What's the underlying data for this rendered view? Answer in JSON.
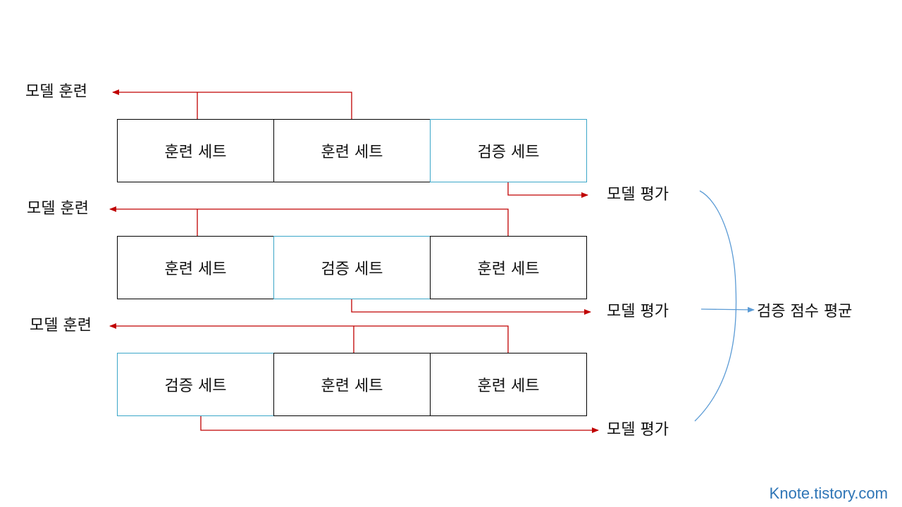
{
  "rows": [
    {
      "train_label": "모델 훈련",
      "eval_label": "모델 평가",
      "folds": [
        {
          "label": "훈련 세트",
          "kind": "train"
        },
        {
          "label": "훈련 세트",
          "kind": "train"
        },
        {
          "label": "검증 세트",
          "kind": "valid"
        }
      ]
    },
    {
      "train_label": "모델 훈련",
      "eval_label": "모델 평가",
      "folds": [
        {
          "label": "훈련 세트",
          "kind": "train"
        },
        {
          "label": "검증 세트",
          "kind": "valid"
        },
        {
          "label": "훈련 세트",
          "kind": "train"
        }
      ]
    },
    {
      "train_label": "모델 훈련",
      "eval_label": "모델 평가",
      "folds": [
        {
          "label": "검증 세트",
          "kind": "valid"
        },
        {
          "label": "훈련 세트",
          "kind": "train"
        },
        {
          "label": "훈련 세트",
          "kind": "train"
        }
      ]
    }
  ],
  "result_label": "검증 점수 평균",
  "watermark": "Knote.tistory.com",
  "colors": {
    "arrow": "#c00000",
    "train_border": "#000000",
    "valid_border": "#3aa6c8",
    "brace": "#5b9bd5",
    "watermark": "#2e75b6"
  }
}
